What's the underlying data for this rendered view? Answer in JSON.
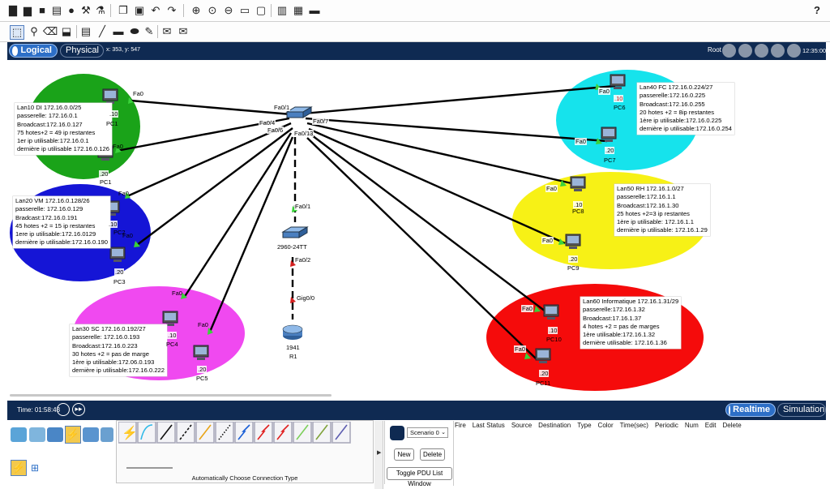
{
  "toolbar": {
    "help_label": "?"
  },
  "workspace": {
    "logical_label": "Logical",
    "physical_label": "Physical",
    "coords": "x: 353, y: 547",
    "root_label": "Root",
    "clock": "12:35:00"
  },
  "lans": [
    {
      "info": "Lan10 DI 172.16.0.0/25\npasserelle: 172.16.0.1\nBroadcast:172.16.0.127\n75 hotes+2 = 49 ip restantes\n1er ip utilisable:172.16.0.1\ndernière ip utilisable 172.16.0.126",
      "color": "#1aa319"
    },
    {
      "info": "Lan20 VM 172.16.0.128/26\npasserelle: 172.16.0.129\nBradcast:172.16.0.191\n45 hotes +2 = 15 ip restantes\n1ere ip utilisable:172.16.0129\ndernière ip utilisable:172.16.0.190",
      "color": "#1515d6"
    },
    {
      "info": "Lan30 SC 172.16.0.192/27\npasserelle: 172.16.0.193\nBroadcast:172.16.0.223\n30 hotes +2 = pas de marge\n1ère ip utilisable:172.06.0.193\ndernière ip utilisable:172.16.0.222",
      "color": "#f049f0"
    },
    {
      "info": "Lan40 FC 172.16.0.224/27\npasserelle:172.16.0.225\nBroadcast:172.16.0.255\n20 hotes +2 = 8ip restantes\n1ère ip utilisable:172.16.0.225\ndernière ip utilisable:172.16.0.254",
      "color": "#16e3ec"
    },
    {
      "info": "Lan50 RH 172.16.1.0/27\npasserelle:172.16.1.1\nBroadcast:172.16.1.30\n25 hotes +2=3 ip restantes\n1ère ip utilisable: 172.16.1.1\ndernière ip utilisable: 172.16.1.29",
      "color": "#f7f116"
    },
    {
      "info": "Lan60 Informatique 172.16.1.31/29\npasserelle:172.16.1.32\nBroadcast:17.16.1.37\n4 hotes +2 = pas de marges\n1ère utilisable:172.16.1.32\ndernière utilisable: 172.16.1.36",
      "color": "#f50b0b"
    }
  ],
  "pcs": [
    {
      "name": "PC1",
      "ip": ".10",
      "port": "Fa0"
    },
    {
      "name": "PC1",
      "ip": ".20",
      "port": "Fa0"
    },
    {
      "name": "PC2",
      "ip": ".10",
      "port": "Fa0"
    },
    {
      "name": "PC3",
      "ip": ".20",
      "port": "Fa0"
    },
    {
      "name": "PC4",
      "ip": ".10",
      "port": "Fa0"
    },
    {
      "name": "PC5",
      "ip": ".20",
      "port": "Fa0"
    },
    {
      "name": "PC6",
      "ip": ".10",
      "port": "Fa0"
    },
    {
      "name": "PC7",
      "ip": ".20",
      "port": "Fa0"
    },
    {
      "name": "PC8",
      "ip": ".10",
      "port": "Fa0"
    },
    {
      "name": "PC9",
      "ip": ".20",
      "port": "Fa0"
    },
    {
      "name": "PC10",
      "ip": ".10",
      "port": "Fa0"
    },
    {
      "name": "PC11",
      "ip": ".20",
      "port": "Fa0"
    }
  ],
  "switch": {
    "ports": [
      "Fa0/1",
      "Fa0/4",
      "Fa0/6",
      "Fa0/7",
      "Fa0/13"
    ]
  },
  "switch2": {
    "model": "2960-24TT",
    "ports": [
      "Fa0/1",
      "Fa0/2"
    ]
  },
  "router": {
    "model": "1941",
    "name": "R1",
    "port": "Gig0/0"
  },
  "bottombar": {
    "time": "Time: 01:58:43",
    "realtime_label": "Realtime",
    "simulation_label": "Simulation"
  },
  "bottompanel": {
    "connection_label": "Automatically Choose Connection Type",
    "scenario": "Scenario 0",
    "new_label": "New",
    "delete_label": "Delete",
    "toggle_label": "Toggle PDU List Window",
    "columns": [
      "Fire",
      "Last Status",
      "Source",
      "Destination",
      "Type",
      "Color",
      "Time(sec)",
      "Periodic",
      "Num",
      "Edit",
      "Delete"
    ]
  },
  "colors": {
    "bar": "#0f2a52",
    "accent": "#2d6fc7"
  }
}
